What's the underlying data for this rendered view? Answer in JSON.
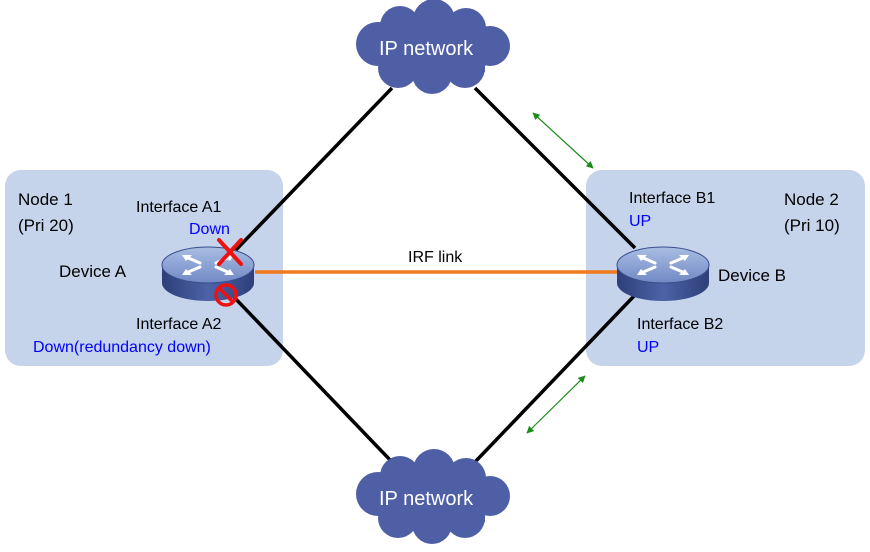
{
  "clouds": {
    "top": {
      "label": "IP network"
    },
    "bottom": {
      "label": "IP network"
    }
  },
  "nodes": {
    "node1": {
      "name": "Node 1",
      "priority": "(Pri 20)"
    },
    "node2": {
      "name": "Node 2",
      "priority": "(Pri 10)"
    }
  },
  "devices": {
    "a": {
      "label": "Device A"
    },
    "b": {
      "label": "Device B"
    }
  },
  "interfaces": {
    "a1": {
      "name": "Interface A1",
      "status": "Down"
    },
    "a2": {
      "name": "Interface A2",
      "status": "Down(redundancy down)"
    },
    "b1": {
      "name": "Interface B1",
      "status": "UP"
    },
    "b2": {
      "name": "Interface B2",
      "status": "UP"
    }
  },
  "links": {
    "irf": {
      "label": "IRF link"
    }
  },
  "colors": {
    "node_bg": "#c5d3eb",
    "cloud": "#4f5fa6",
    "irf_link": "#f07a1c",
    "status_text": "#0000ff",
    "arrow": "#1a8c1a",
    "fault": "#ee1111"
  }
}
